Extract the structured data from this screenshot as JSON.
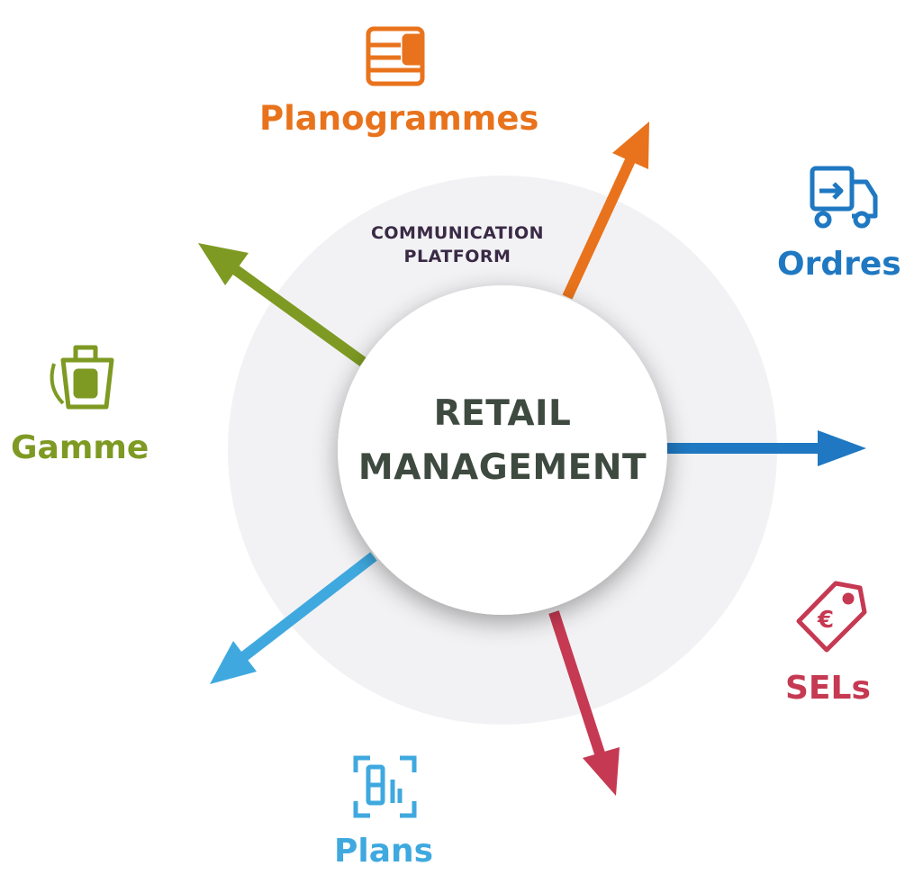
{
  "platform": {
    "ring_label_line1": "COMMUNICATION",
    "ring_label_line2": "PLATFORM",
    "center_line1": "RETAIL",
    "center_line2": "MANAGEMENT"
  },
  "nodes": [
    {
      "id": "planogrammes",
      "label": "Planogrammes",
      "color": "#e8731c",
      "icon": "planogram-icon"
    },
    {
      "id": "ordres",
      "label": "Ordres",
      "color": "#1f78c1",
      "icon": "truck-icon"
    },
    {
      "id": "sels",
      "label": "SELs",
      "color": "#c63952",
      "icon": "euro-tag-icon"
    },
    {
      "id": "plans",
      "label": "Plans",
      "color": "#3fa9df",
      "icon": "floor-plan-icon"
    },
    {
      "id": "gamme",
      "label": "Gamme",
      "color": "#7e9a23",
      "icon": "shopping-bag-icon"
    }
  ],
  "colors": {
    "ring": "#f2f2f4",
    "center": "#ffffff",
    "center_text": "#3e4a40",
    "ring_text": "#3a2a45"
  }
}
